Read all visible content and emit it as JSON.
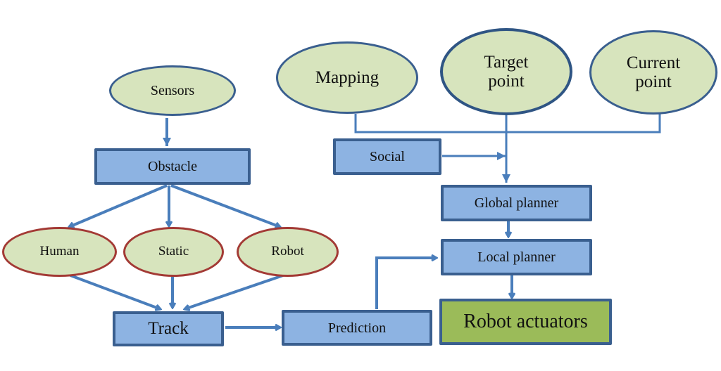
{
  "title": "Robot navigation system architecture",
  "nodes": {
    "sensors": "Sensors",
    "obstacle": "Obstacle",
    "human": "Human",
    "static": "Static",
    "robot": "Robot",
    "track": "Track",
    "prediction": "Prediction",
    "mapping": "Mapping",
    "target_point": "Target point",
    "current_point": "Current point",
    "social": "Social",
    "global_planner": "Global planner",
    "local_planner": "Local planner",
    "robot_actuators": "Robot actuators"
  },
  "edges": [
    {
      "from": "Sensors",
      "to": "Obstacle"
    },
    {
      "from": "Obstacle",
      "to": "Human"
    },
    {
      "from": "Obstacle",
      "to": "Static"
    },
    {
      "from": "Obstacle",
      "to": "Robot"
    },
    {
      "from": "Human",
      "to": "Track"
    },
    {
      "from": "Static",
      "to": "Track"
    },
    {
      "from": "Robot",
      "to": "Track"
    },
    {
      "from": "Track",
      "to": "Prediction"
    },
    {
      "from": "Prediction",
      "to": "Local planner"
    },
    {
      "from": "Mapping",
      "to": "Global planner"
    },
    {
      "from": "Target point",
      "to": "Global planner"
    },
    {
      "from": "Current point",
      "to": "Global planner"
    },
    {
      "from": "Social",
      "to": "Global planner"
    },
    {
      "from": "Global planner",
      "to": "Local planner"
    },
    {
      "from": "Local planner",
      "to": "Robot actuators"
    }
  ],
  "colors": {
    "connector": "#4a7ebb",
    "ellipse_fill": "#d7e4bd",
    "box_fill": "#8db3e2",
    "actuator_fill": "#9bbb59",
    "border_blue": "#3a5f8f",
    "border_red": "#a33a35"
  }
}
